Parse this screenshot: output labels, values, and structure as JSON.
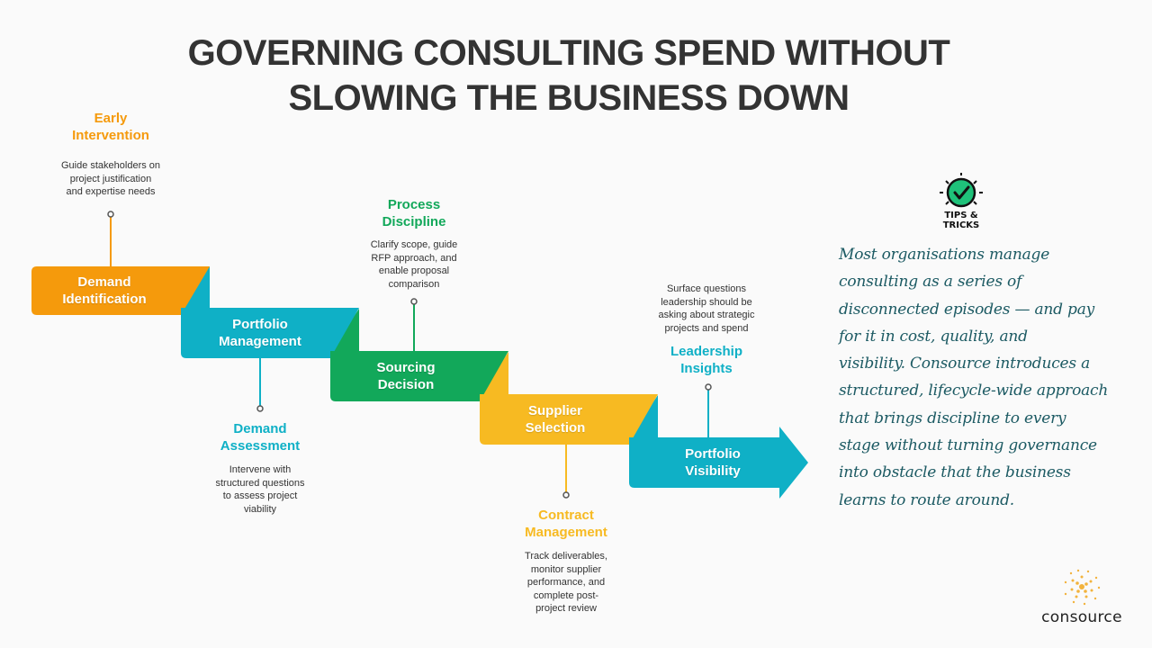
{
  "title": {
    "line1": "GOVERNING CONSULTING SPEND WITHOUT",
    "line2": "SLOWING THE BUSINESS DOWN"
  },
  "colors": {
    "orange": "#f59a0c",
    "teal": "#0fb0c6",
    "green": "#12a85a",
    "yellow": "#f7ba22",
    "title": "#333333",
    "quote": "#1c5a63"
  },
  "stages": [
    {
      "line1": "Demand",
      "line2": "Identification",
      "color": "#f59a0c"
    },
    {
      "line1": "Portfolio",
      "line2": "Management",
      "color": "#0fb0c6"
    },
    {
      "line1": "Sourcing",
      "line2": "Decision",
      "color": "#12a85a"
    },
    {
      "line1": "Supplier",
      "line2": "Selection",
      "color": "#f7ba22"
    },
    {
      "line1": "Portfolio",
      "line2": "Visibility",
      "color": "#0fb0c6"
    }
  ],
  "callouts": [
    {
      "line1": "Early",
      "line2": "Intervention",
      "color": "#f59a0c",
      "desc": [
        "Guide stakeholders on",
        "project justification",
        "and expertise needs"
      ]
    },
    {
      "line1": "Demand",
      "line2": "Assessment",
      "color": "#0fb0c6",
      "desc": [
        "Intervene with",
        "structured questions",
        "to assess project",
        "viability"
      ]
    },
    {
      "line1": "Process",
      "line2": "Discipline",
      "color": "#12a85a",
      "desc": [
        "Clarify scope, guide",
        "RFP approach, and",
        "enable proposal",
        "comparison"
      ]
    },
    {
      "line1": "Contract",
      "line2": "Management",
      "color": "#f7ba22",
      "desc": [
        "Track deliverables,",
        "monitor supplier",
        "performance, and",
        "complete post-",
        "project review"
      ]
    },
    {
      "line1": "Leadership",
      "line2": "Insights",
      "color": "#0fb0c6",
      "desc": [
        "Surface questions",
        "leadership should be",
        "asking about strategic",
        "projects and spend"
      ]
    }
  ],
  "tips": {
    "line1": "TIPS &",
    "line2": "TRICKS",
    "icon": "checkmark-badge-icon"
  },
  "quote": {
    "lines": [
      "Most organisations manage",
      "consulting as a series of",
      "disconnected episodes — and pay",
      "for it in cost, quality, and",
      "visibility. Consource introduces a",
      "structured, lifecycle-wide approach",
      "that brings discipline to every",
      "stage without turning governance",
      "into  obstacle that the business",
      "learns to route around."
    ]
  },
  "logo": {
    "text": "consource",
    "icon": "sun-dots-icon",
    "color": "#f2b33d"
  }
}
